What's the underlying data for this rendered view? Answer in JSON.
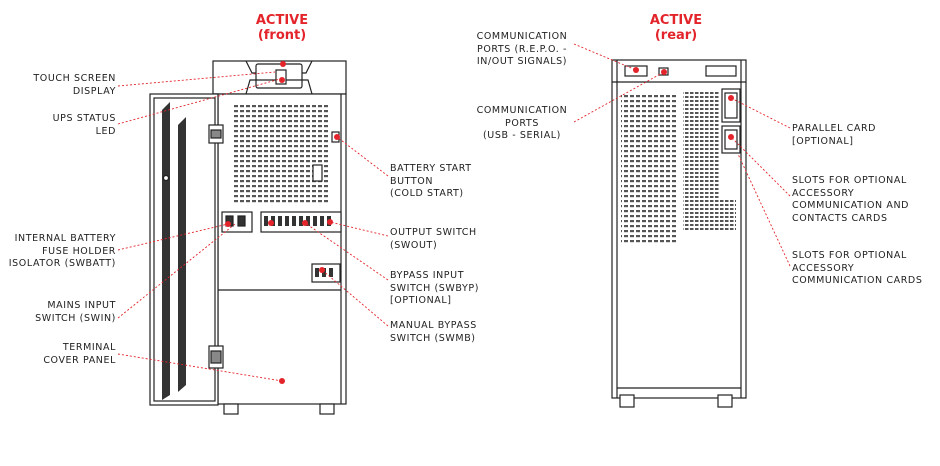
{
  "front": {
    "title": "ACTIVE",
    "subtitle": "(front)",
    "labels": {
      "touch_screen": "TOUCH SCREEN\nDISPLAY",
      "ups_led": "UPS STATUS\nLED",
      "battery_fuse": "INTERNAL BATTERY\nFUSE HOLDER\nISOLATOR (SWBATT)",
      "mains_input": "MAINS INPUT\nSWITCH (SWIN)",
      "terminal_cover": "TERMINAL\nCOVER PANEL",
      "battery_start": "BATTERY START\nBUTTON\n(COLD START)",
      "output_switch": "OUTPUT SWITCH\n(SWOUT)",
      "bypass_input": "BYPASS INPUT\nSWITCH (SWBYP)\n[OPTIONAL]",
      "manual_bypass": "MANUAL BYPASS\nSWITCH (SWMB)"
    }
  },
  "rear": {
    "title": "ACTIVE",
    "subtitle": "(rear)",
    "labels": {
      "comm_repo": "COMMUNICATION\nPORTS (R.E.P.O. -\nIN/OUT SIGNALS)",
      "comm_usb": "COMMUNICATION\nPORTS\n(USB - SERIAL)",
      "parallel_card": "PARALLEL CARD\n[OPTIONAL]",
      "slots_accessory": "SLOTS FOR OPTIONAL\nACCESSORY\nCOMMUNICATION AND\nCONTACTS CARDS",
      "slots_comm": "SLOTS FOR OPTIONAL\nACCESSORY\nCOMMUNICATION CARDS"
    }
  },
  "colors": {
    "accent": "#e3242b",
    "line": "#222222",
    "leader": "#e3242b"
  }
}
